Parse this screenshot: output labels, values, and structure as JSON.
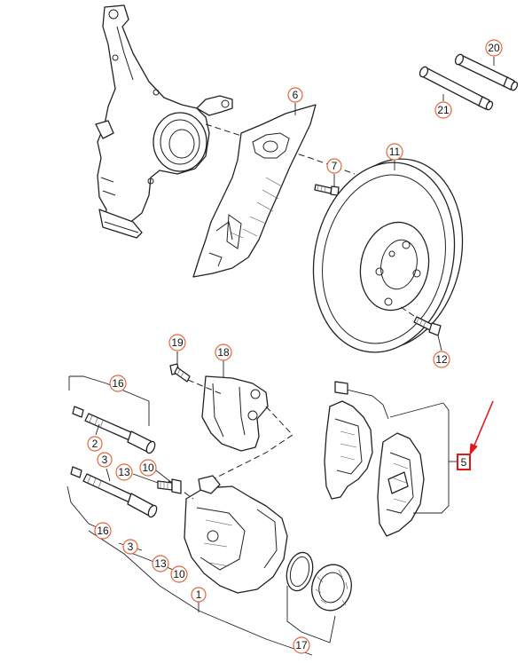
{
  "callouts": {
    "c1": "1",
    "c2": "2",
    "c3a": "3",
    "c3b": "3",
    "c5": "5",
    "c6": "6",
    "c7": "7",
    "c10a": "10",
    "c10b": "10",
    "c11": "11",
    "c12": "12",
    "c13a": "13",
    "c13b": "13",
    "c16a": "16",
    "c16b": "16",
    "c17": "17",
    "c18": "18",
    "c19": "19",
    "c20": "20",
    "c21": "21"
  },
  "colors": {
    "callout_ring": "#e8643a",
    "highlight": "#e01818",
    "line": "#222222"
  }
}
